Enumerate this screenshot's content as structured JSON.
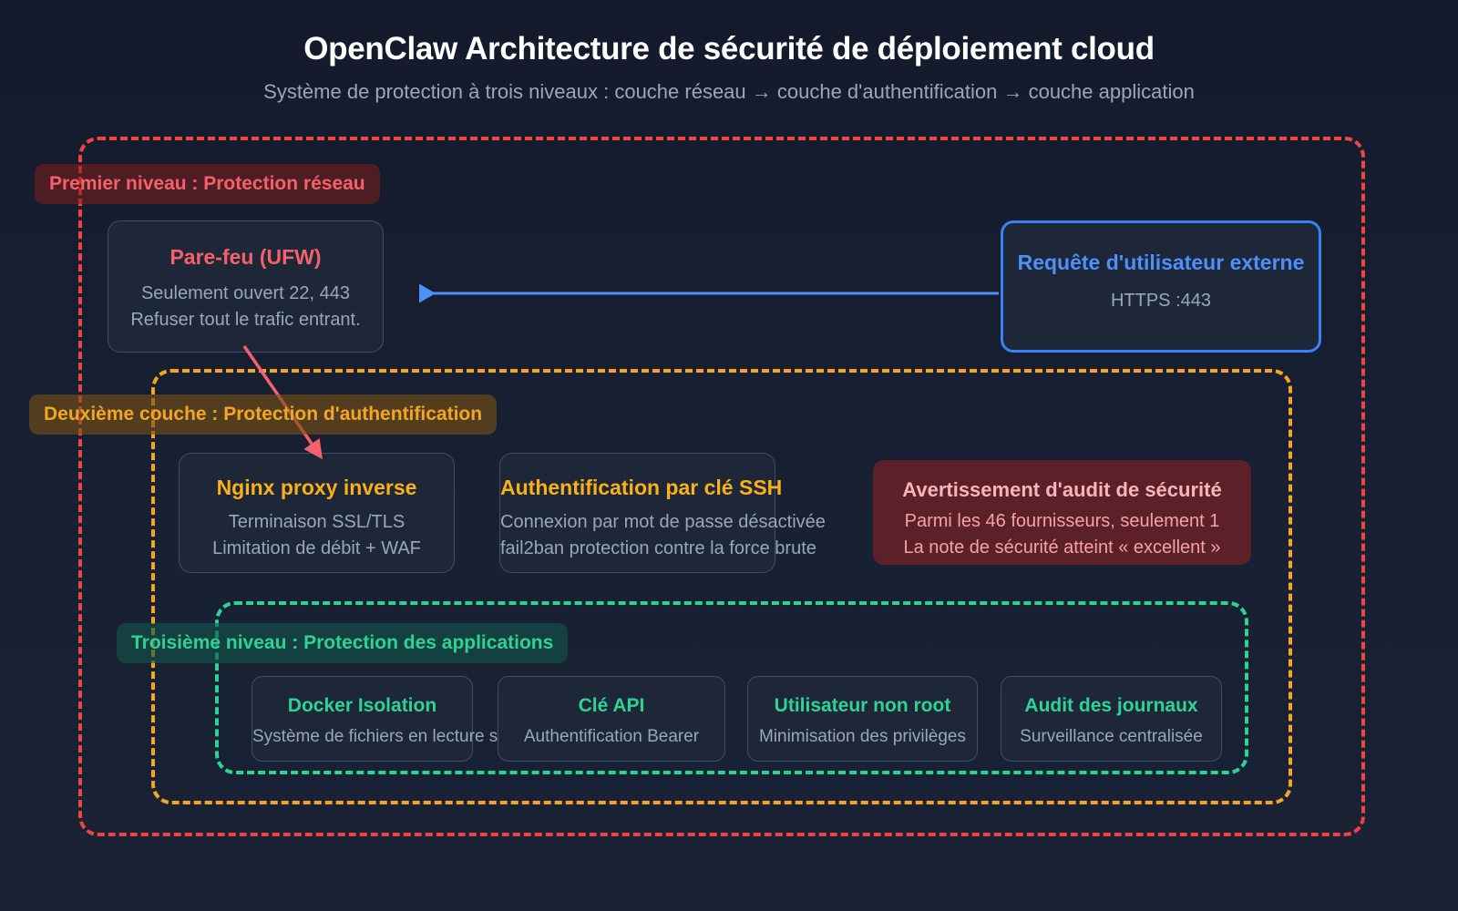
{
  "header": {
    "title": "OpenClaw Architecture de sécurité de déploiement cloud",
    "subtitle": "Système de protection à trois niveaux : couche réseau → couche d'authentification → couche application"
  },
  "layers": [
    {
      "id": "network",
      "label": "Premier niveau : Protection réseau",
      "color": "#f4616b",
      "border_color": "#ef4444"
    },
    {
      "id": "auth",
      "label": "Deuxième couche : Protection d'authentification",
      "color": "#f5a524",
      "border_color": "#f5a524"
    },
    {
      "id": "app",
      "label": "Troisième niveau : Protection des applications",
      "color": "#2dd396",
      "border_color": "#2dd396"
    }
  ],
  "cards": {
    "firewall": {
      "title": "Pare-feu (UFW)",
      "line1": "Seulement ouvert 22, 443",
      "line2": "Refuser tout le trafic entrant."
    },
    "external": {
      "title": "Requête d'utilisateur externe",
      "line1": "HTTPS :443"
    },
    "nginx": {
      "title": "Nginx proxy inverse",
      "line1": "Terminaison SSL/TLS",
      "line2": "Limitation de débit + WAF"
    },
    "ssh": {
      "title": "Authentification par clé SSH",
      "line1": "Connexion par mot de passe désactivée",
      "line2": "fail2ban protection contre la force brute"
    },
    "audit": {
      "title": "Avertissement d'audit de sécurité",
      "line1": "Parmi les 46 fournisseurs, seulement 1",
      "line2": "La note de sécurité atteint « excellent »"
    },
    "docker": {
      "title": "Docker Isolation",
      "line1": "Système de fichiers en lecture seule"
    },
    "apikey": {
      "title": "Clé API",
      "line1": "Authentification Bearer"
    },
    "nonroot": {
      "title": "Utilisateur non root",
      "line1": "Minimisation des privilèges"
    },
    "logs": {
      "title": "Audit des journaux",
      "line1": "Surveillance centralisée"
    }
  },
  "arrows": [
    {
      "id": "external-to-firewall",
      "color": "#4d90fa",
      "direction": "left"
    },
    {
      "id": "firewall-to-nginx",
      "color": "#f4616b",
      "direction": "down-right"
    }
  ],
  "colors": {
    "background": "#172032",
    "card_background": "#1e2738",
    "text_primary": "#ffffff",
    "text_muted": "#9aa6bd",
    "accent_red": "#f4616b",
    "accent_orange": "#f5a524",
    "accent_green": "#2dd396",
    "accent_blue": "#4d90fa",
    "warning_background": "#5c2028"
  }
}
